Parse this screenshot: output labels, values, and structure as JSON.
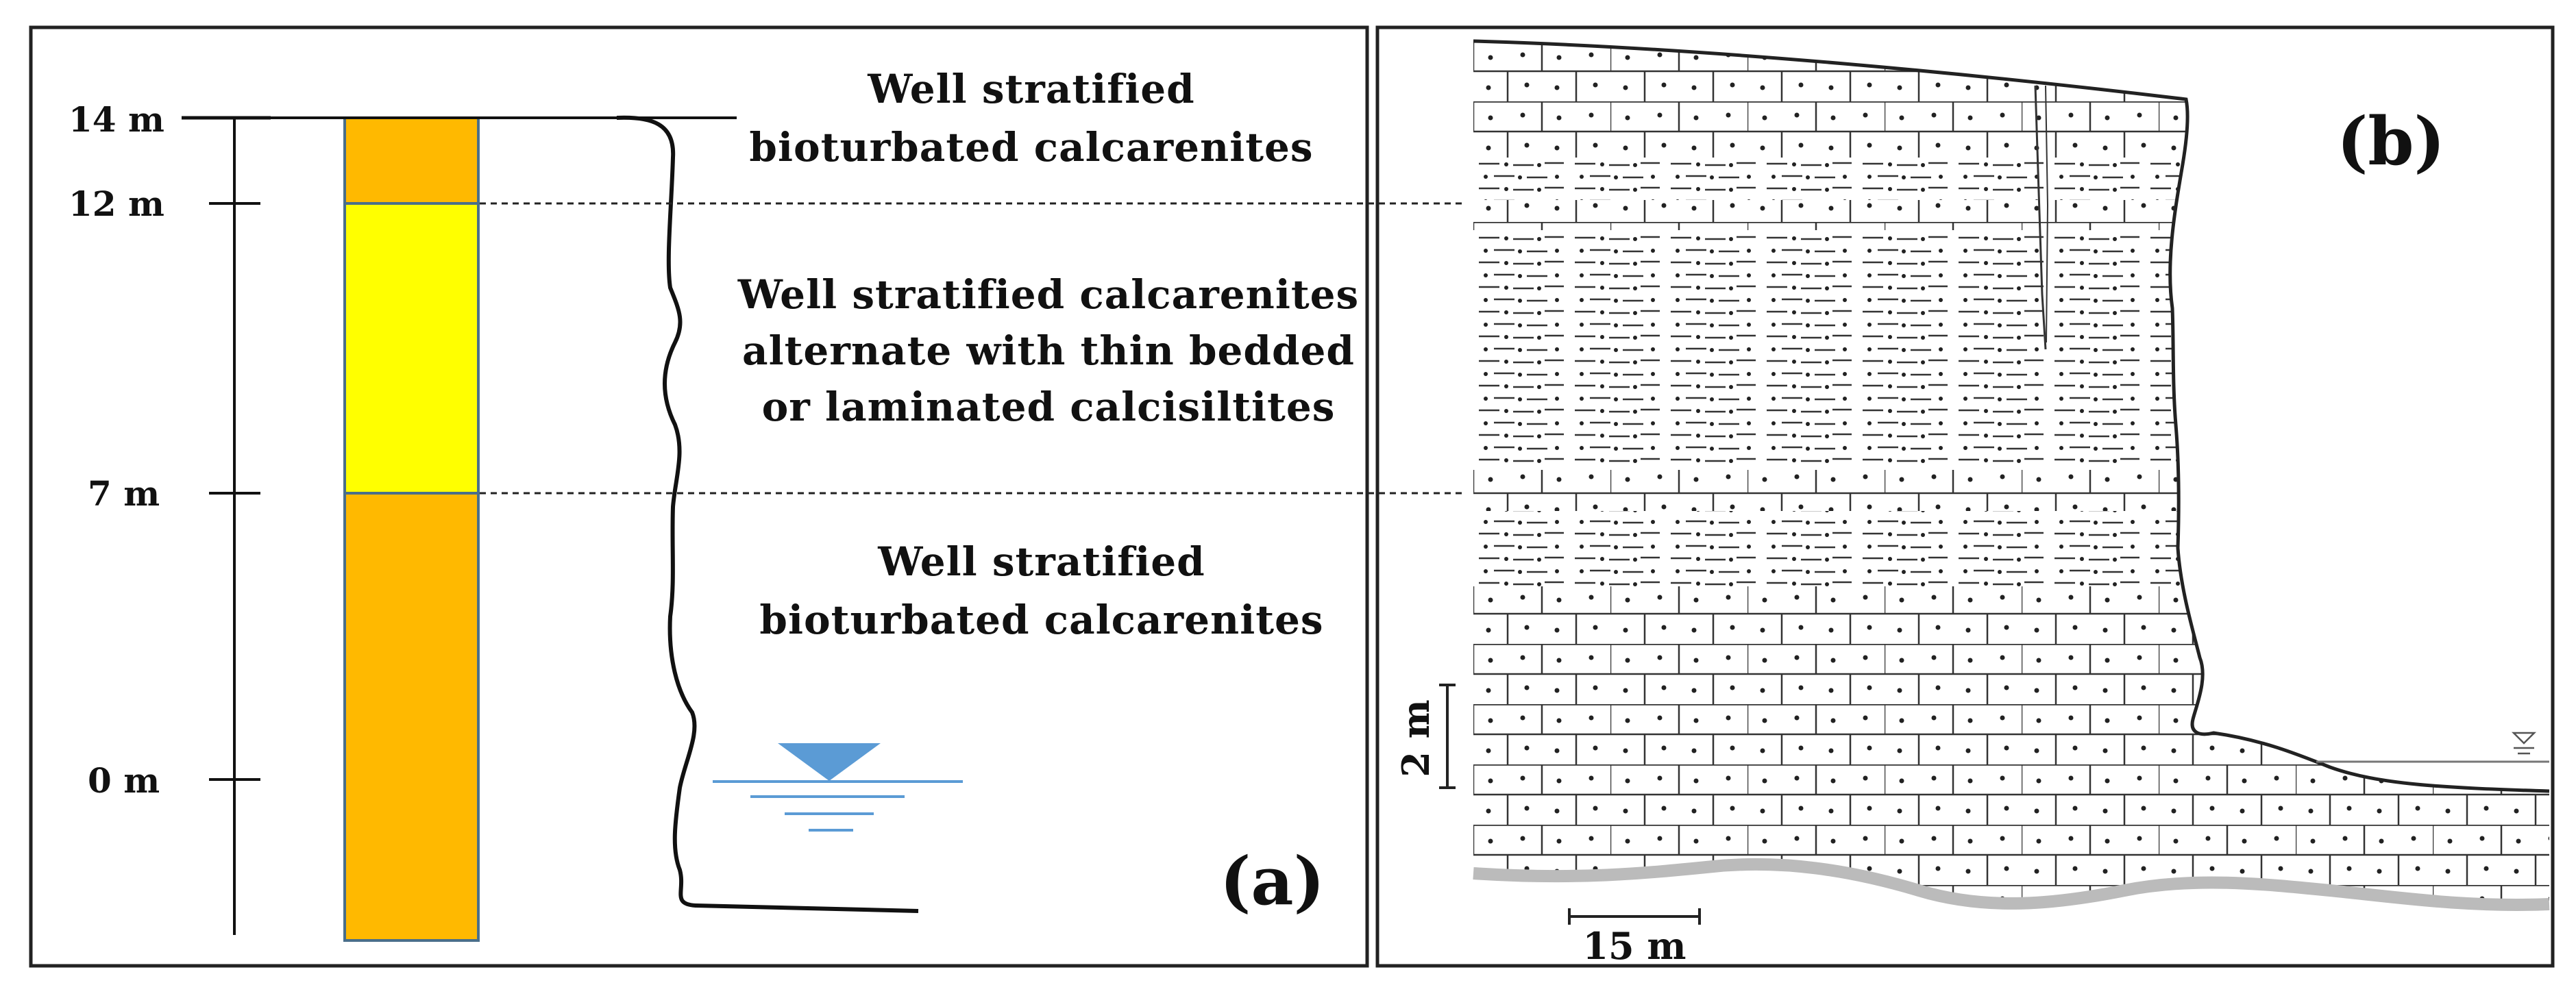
{
  "panel_a": {
    "label": "(a)",
    "depth_labels": [
      "14 m",
      "12 m",
      "7 m",
      "0 m"
    ],
    "units": [
      {
        "lines": [
          "Well stratified",
          "bioturbated calcarenites"
        ],
        "color": "#FFB900"
      },
      {
        "lines": [
          "Well stratified calcarenites",
          "alternate with thin bedded",
          "or laminated calcisiltites"
        ],
        "color": "#FFFF00"
      },
      {
        "lines": [
          "Well stratified",
          "bioturbated calcarenites"
        ],
        "color": "#FFB900"
      }
    ],
    "water_symbol_color": "#5B9BD5"
  },
  "panel_b": {
    "label": "(b)",
    "vertical_scale_label": "2 m",
    "horizontal_scale_label": "15 m"
  },
  "colors": {
    "frame": "#222222",
    "calcarenite": "#FFB900",
    "calcisiltite": "#FFFF00",
    "water": "#5B9BD5",
    "bedrock_base": "#BBBBBB"
  }
}
